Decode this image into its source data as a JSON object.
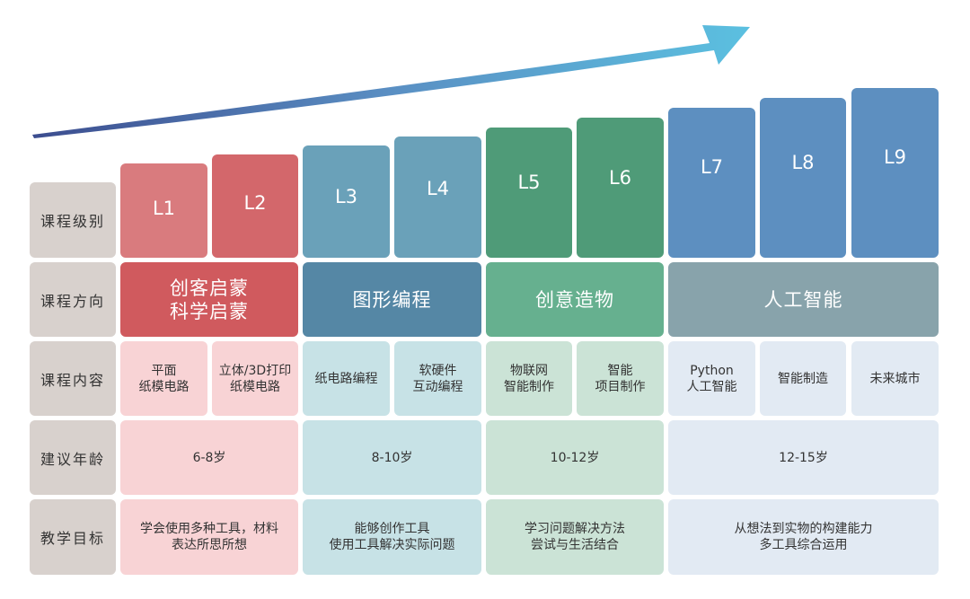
{
  "colors": {
    "label": "#d8d1cd",
    "red": "#d05a5e",
    "teal": "#5587a5",
    "green": "#66b08f",
    "grayblue": "#88a3ab",
    "blue": "#5d8fc0"
  },
  "row_labels": [
    "课程级别",
    "课程方向",
    "课程内容",
    "建议年龄",
    "教学目标"
  ],
  "levels": [
    "L1",
    "L2",
    "L3",
    "L4",
    "L5",
    "L6",
    "L7",
    "L8",
    "L9"
  ],
  "directions": [
    "创客启蒙\n科学启蒙",
    "图形编程",
    "创意造物",
    "人工智能"
  ],
  "contents": [
    "平面\n纸模电路",
    "立体/3D打印\n纸模电路",
    "纸电路编程",
    "软硬件\n互动编程",
    "物联网\n智能制作",
    "智能\n项目制作",
    "Python\n人工智能",
    "智能制造",
    "未来城市"
  ],
  "ages": [
    "6-8岁",
    "8-10岁",
    "10-12岁",
    "12-15岁"
  ],
  "goals": [
    "学会使用多种工具，材料\n表达所思所想",
    "能够创作工具\n使用工具解决实际问题",
    "学习问题解决方法\n尝试与生活结合",
    "从想法到实物的构建能力\n多工具综合运用"
  ]
}
